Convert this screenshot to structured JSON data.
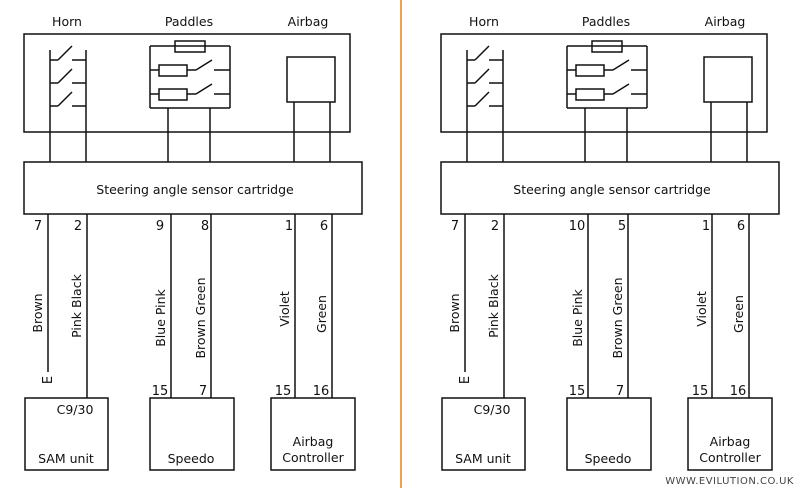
{
  "diagrams": [
    {
      "headers": {
        "horn": "Horn",
        "paddles": "Paddles",
        "airbag": "Airbag"
      },
      "sensor_label": "Steering angle sensor cartridge",
      "pins": {
        "brown": "7",
        "pink_black": "2",
        "blue_pink": "9",
        "brown_green": "8",
        "violet": "1",
        "green": "6"
      },
      "wires": {
        "brown": "Brown",
        "pink_black": "Pink Black",
        "blue_pink": "Blue Pink",
        "brown_green": "Brown Green",
        "violet": "Violet",
        "green": "Green"
      },
      "ground": "E",
      "sam": {
        "code": "C9/30",
        "label": "SAM unit"
      },
      "speedo": {
        "label": "Speedo",
        "pin_a": "15",
        "pin_b": "7"
      },
      "airbag_ctrl": {
        "line1": "Airbag",
        "line2": "Controller",
        "pin_a": "15",
        "pin_b": "16"
      }
    },
    {
      "headers": {
        "horn": "Horn",
        "paddles": "Paddles",
        "airbag": "Airbag"
      },
      "sensor_label": "Steering angle sensor cartridge",
      "pins": {
        "brown": "7",
        "pink_black": "2",
        "blue_pink": "10",
        "brown_green": "5",
        "violet": "1",
        "green": "6"
      },
      "wires": {
        "brown": "Brown",
        "pink_black": "Pink Black",
        "blue_pink": "Blue Pink",
        "brown_green": "Brown Green",
        "violet": "Violet",
        "green": "Green"
      },
      "ground": "E",
      "sam": {
        "code": "C9/30",
        "label": "SAM unit"
      },
      "speedo": {
        "label": "Speedo",
        "pin_a": "15",
        "pin_b": "7"
      },
      "airbag_ctrl": {
        "line1": "Airbag",
        "line2": "Controller",
        "pin_a": "15",
        "pin_b": "16"
      }
    }
  ],
  "divider_color": "#f0a050",
  "watermark": "WWW.EVILUTION.CO.UK"
}
